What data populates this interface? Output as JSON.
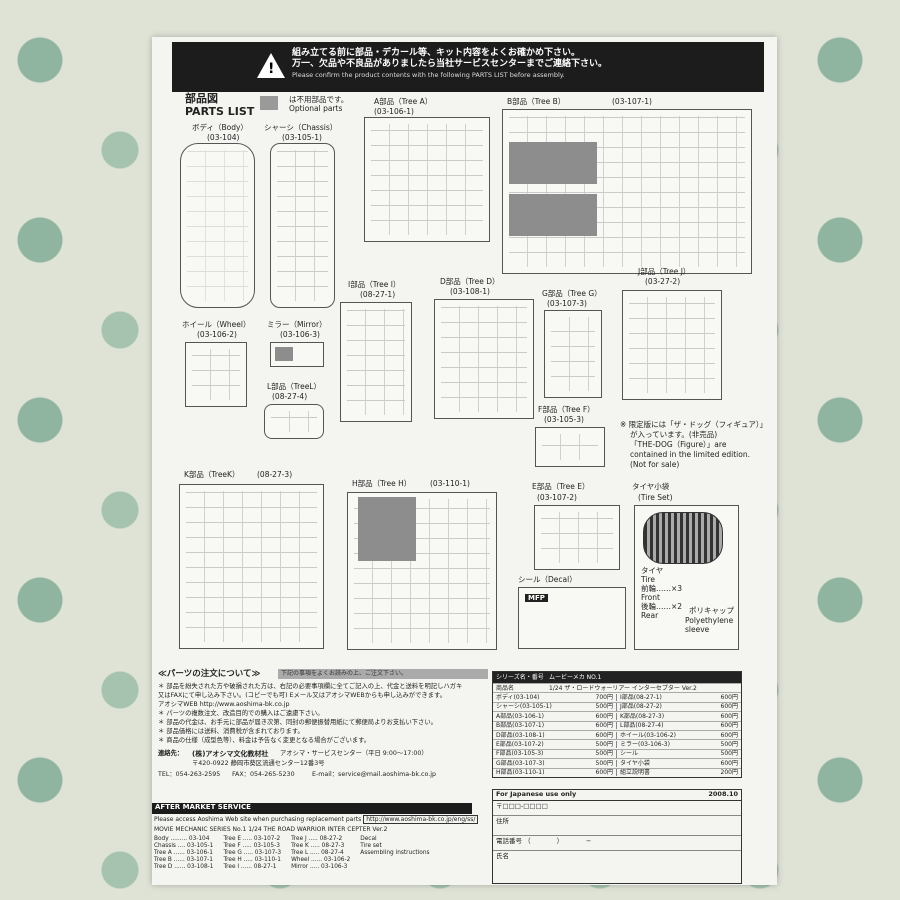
{
  "header": {
    "line1": "組み立てる前に部品・デカール等、キット内容をよくお確かめ下さい。",
    "line2": "万一、欠品や不良品がありましたら当社サービスセンターまでご連絡下さい。",
    "line3": "Please confirm the product contents with the following PARTS LIST before assembly."
  },
  "parts_list": {
    "title_jp": "部品図",
    "title_en": "PARTS LIST",
    "optional_jp": "は不用部品です。",
    "optional_en": "Optional parts",
    "body": "ボディ（Body）",
    "body_code": "(03-104)",
    "chassis": "シャーシ（Chassis）",
    "chassis_code": "(03-105-1)",
    "tree_a": "A部品（Tree A）",
    "tree_a_code": "(03-106-1)",
    "tree_b": "B部品（Tree B）",
    "tree_b_code": "(03-107-1)",
    "tree_i": "I部品（Tree I）",
    "tree_i_code": "(08-27-1)",
    "tree_d": "D部品（Tree D）",
    "tree_d_code": "(03-108-1)",
    "tree_g": "G部品（Tree G）",
    "tree_g_code": "(03-107-3)",
    "tree_j": "J部品（Tree J）",
    "tree_j_code": "(03-27-2)",
    "wheel": "ホイール（Wheel）",
    "wheel_code": "(03-106-2)",
    "mirror": "ミラー（Mirror）",
    "mirror_code": "(03-106-3)",
    "tree_l": "L部品（TreeL）",
    "tree_l_code": "(08-27-4)",
    "tree_f": "F部品（Tree F）",
    "tree_f_code": "(03-105-3)",
    "limited_note_jp1": "※ 限定版には「ザ・ドッグ（フィギュア）」",
    "limited_note_jp2": "が入っています。(非売品)",
    "limited_note_en1": "「THE-DOG（Figure）」are",
    "limited_note_en2": "contained in the limited edition.",
    "limited_note_en3": "(Not for sale)",
    "tree_k": "K部品（TreeK）",
    "tree_k_code": "(08-27-3)",
    "tree_h": "H部品（Tree H）",
    "tree_h_code": "(03-110-1)",
    "tree_e": "E部品（Tree E）",
    "tree_e_code": "(03-107-2)",
    "tire_set_jp": "タイヤ小袋",
    "tire_set_en": "(Tire Set)",
    "decal": "シール（Decal）",
    "tire_jp": "タイヤ",
    "tire_en": "Tire",
    "front_jp": "前輪……×3",
    "front_en": "Front",
    "rear_jp": "後輪……×2",
    "rear_en": "Rear",
    "polycap_jp": "ポリキャップ",
    "polycap_en": "Polyethylene sleeve",
    "decal_label": "MFP"
  },
  "order": {
    "title": "≪パーツの注文について≫",
    "highlight": "下記の事項をよくお読みの上、ご注文下さい。",
    "n1": "＊ 部品を紛失された方や破損された方は、右記の必要事項欄に全てご記入の上、代金と送料を明記しハガキ",
    "n2": "又はFAXにて申し込み下さい。(コピーでも可) Eメール又はアオシマWEBからも申し込みができます。",
    "n3": "アオシマWEB http://www.aoshima-bk.co.jp",
    "n4": "＊ パーツの複数注文、改造目的での購入はご遠慮下さい。",
    "n5": "＊ 部品の代金は、お手元に部品が届き次第、同封の郵便振替用紙にて郵便局よりお支払い下さい。",
    "n6": "＊ 部品価格には送料、消費税が含まれております。",
    "n7": "＊ 商品の仕様（成型色等）、料金は予告なく変更となる場合がございます。",
    "contact_label": "連絡先：",
    "company": "(株)アオシマ文化教材社",
    "service": "アオシマ・サービスセンター（平日 9:00〜17:00）",
    "address1": "〒420-0922 静岡市葵区流通センター12番3号",
    "tel": "TEL：054-263-2595",
    "fax": "FAX：054-265-5230",
    "email": "E-mail：service@mail.aoshima-bk.co.jp"
  },
  "aftermarket": {
    "title": "AFTER MARKET SERVICE",
    "line1": "Please access Aoshima Web site when purchasing replacement parts",
    "url": "http://www.aoshima-bk.co.jp/eng/ss/",
    "line2": "MOVIE MECHANIC SERIES No.1 1/24 THE ROAD WARRIOR INTER CEPTER Ver.2",
    "items": [
      "Body ......... 03-104",
      "Tree E ..... 03-107-2",
      "Tree J ..... 08-27-2",
      "Decal",
      "Chassis .... 03-105-1",
      "Tree F ..... 03-105-3",
      "Tree K ..... 08-27-3",
      "Tire set",
      "Tree A ...... 03-106-1",
      "Tree G ..... 03-107-3",
      "Tree L ..... 08-27-4",
      "Assembling instructions",
      "Tree B ...... 03-107-1",
      "Tree H ..... 03-110-1",
      "Wheel ...... 03-106-2",
      "",
      "Tree D ...... 03-108-1",
      "Tree I ...... 08-27-1",
      "Mirror ..... 03-106-3",
      ""
    ]
  },
  "price_table": {
    "series_label": "シリーズ名・番号",
    "series_value": "ムービーメカ NO.1",
    "product_label": "商品名",
    "product_value": "1/24 ザ・ロードウォーリアー インターセプター Ver.2",
    "rows": [
      [
        "ボディ(03-104)",
        "700円",
        "I部品(08-27-1)",
        "600円"
      ],
      [
        "シャーシ(03-105-1)",
        "500円",
        "J部品(08-27-2)",
        "600円"
      ],
      [
        "A部品(03-106-1)",
        "600円",
        "K部品(08-27-3)",
        "600円"
      ],
      [
        "B部品(03-107-1)",
        "600円",
        "L部品(08-27-4)",
        "600円"
      ],
      [
        "D部品(03-108-1)",
        "600円",
        "ホイール(03-106-2)",
        "600円"
      ],
      [
        "E部品(03-107-2)",
        "500円",
        "ミラー(03-106-3)",
        "500円"
      ],
      [
        "F部品(03-105-3)",
        "500円",
        "シール",
        "500円"
      ],
      [
        "G部品(03-107-3)",
        "500円",
        "タイヤ小袋",
        "600円"
      ],
      [
        "H部品(03-110-1)",
        "600円",
        "組立説明書",
        "200円"
      ]
    ]
  },
  "jp_use": {
    "title": "For Japanese use only",
    "date": "2008.10",
    "zip": "〒□□□-□□□□",
    "address": "住所",
    "phone": "電話番号 （　　　　）　　　　−",
    "name": "氏名"
  }
}
